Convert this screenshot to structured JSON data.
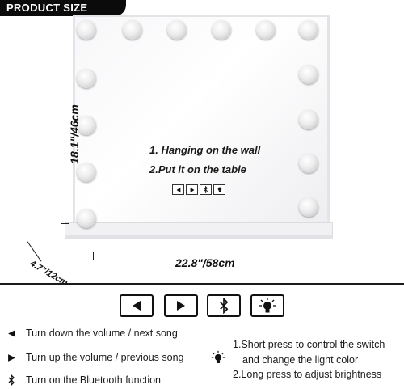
{
  "header": {
    "title": "PRODUCT SIZE"
  },
  "mirror": {
    "instructions": [
      "1. Hanging on the wall",
      "2.Put it on the table"
    ],
    "panel_icons": [
      "volume-down-icon",
      "volume-up-icon",
      "bluetooth-icon",
      "light-bulb-icon"
    ]
  },
  "dimensions": {
    "height": "18.1\"/46cm",
    "width": "22.8\"/58cm",
    "depth": "4.7\"/12cm"
  },
  "controls": {
    "buttons": [
      {
        "icon": "volume-down-icon"
      },
      {
        "icon": "volume-up-icon"
      },
      {
        "icon": "bluetooth-icon"
      },
      {
        "icon": "light-bulb-icon"
      }
    ]
  },
  "legend": {
    "volume_down": "Turn down the volume / next song",
    "volume_up": "Turn up the volume / previous song",
    "bluetooth": "Turn on the Bluetooth function",
    "light_line1": "1.Short press to control the switch",
    "light_line2": "and change the light color",
    "light_line3": "2.Long press to adjust brightness"
  },
  "colors": {
    "dark": "#0b0b0b",
    "bulb": "#ececec",
    "frame": "#e4e4e8"
  }
}
